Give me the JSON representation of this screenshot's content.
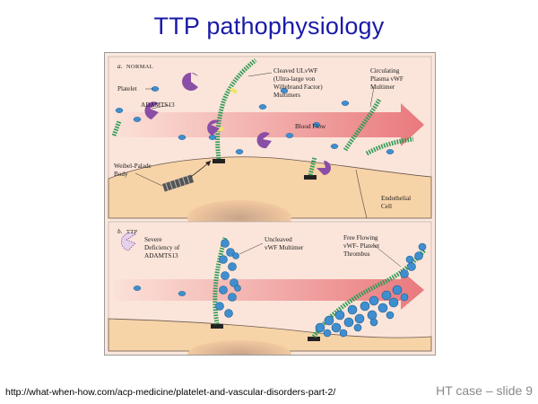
{
  "title": "TTP pathophysiology",
  "panel_a": {
    "tag": "a.",
    "name": "NORMAL",
    "labels": {
      "platelet": "Platelet",
      "adamts13": "ADAMTS13",
      "cleaved_1": "Cleaved ULvWF",
      "cleaved_2": "(Ultra-large von",
      "cleaved_3": "Willebrand Factor)",
      "cleaved_4": "Multimers",
      "circulating_1": "Circulating",
      "circulating_2": "Plasma vWF",
      "circulating_3": "Multimer",
      "blood_flow": "Blood Flow",
      "weibel_1": "Weibel-Palade",
      "weibel_2": "Body",
      "endo_1": "Endothelial",
      "endo_2": "Cell"
    }
  },
  "panel_b": {
    "tag": "b.",
    "name": "TTP",
    "labels": {
      "severe_1": "Severe",
      "severe_2": "Deficiency of",
      "severe_3": "ADAMTS13",
      "uncleaved_1": "Uncleaved",
      "uncleaved_2": "vWF Multimer",
      "free_1": "Free Flowing",
      "free_2": "vWF- Platelet",
      "free_3": "Thrombus"
    }
  },
  "footer": {
    "url": "http://what-when-how.com/acp-medicine/platelet-and-vascular-disorders-part-2/",
    "slide_label": "HT case  – slide 9"
  },
  "colors": {
    "title": "#1a1aa8",
    "flow_arrow": "#e9797f",
    "endothelium": "#f7d3a8",
    "adamts13": "#8a4ea6",
    "platelet": "#3f8fd0",
    "vwf_strand": "#2c9a55"
  }
}
